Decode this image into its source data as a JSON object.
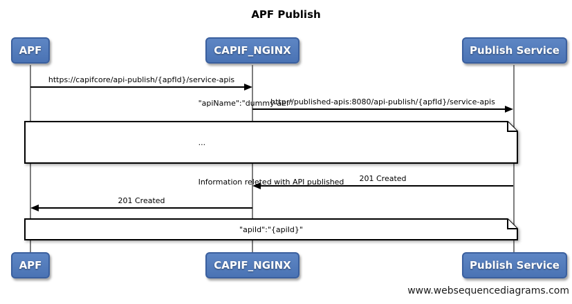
{
  "title": "APF Publish",
  "watermark": "www.websequencediagrams.com",
  "actors": [
    {
      "label": "APF"
    },
    {
      "label": "CAPIF_NGINX"
    },
    {
      "label": "Publish Service"
    }
  ],
  "messages": [
    {
      "label": "https://capifcore/api-publish/{apfId}/service-apis",
      "from": "APF",
      "to": "CAPIF_NGINX",
      "direction": "right"
    },
    {
      "label": "http://published-apis:8080/api-publish/{apfId}/service-apis",
      "from": "CAPIF_NGINX",
      "to": "Publish Service",
      "direction": "right"
    },
    {
      "label": "201 Created",
      "from": "Publish Service",
      "to": "CAPIF_NGINX",
      "direction": "left"
    },
    {
      "label": "201 Created",
      "from": "CAPIF_NGINX",
      "to": "APF",
      "direction": "left"
    }
  ],
  "notes": [
    {
      "line1": "\"apiName\":\"dummy-aef\"",
      "line2": "...",
      "line3": "Information releted with API published"
    },
    {
      "line1": "\"apiId\":\"{apiId}\""
    }
  ],
  "colors": {
    "actor_fill_top": "#5e86c4",
    "actor_fill_bottom": "#4a73b4",
    "actor_border": "#3a5f9e",
    "lifeline": "#7d7d7d",
    "arrow": "#000000",
    "note_background": "#ffffff",
    "background": "#ffffff"
  }
}
